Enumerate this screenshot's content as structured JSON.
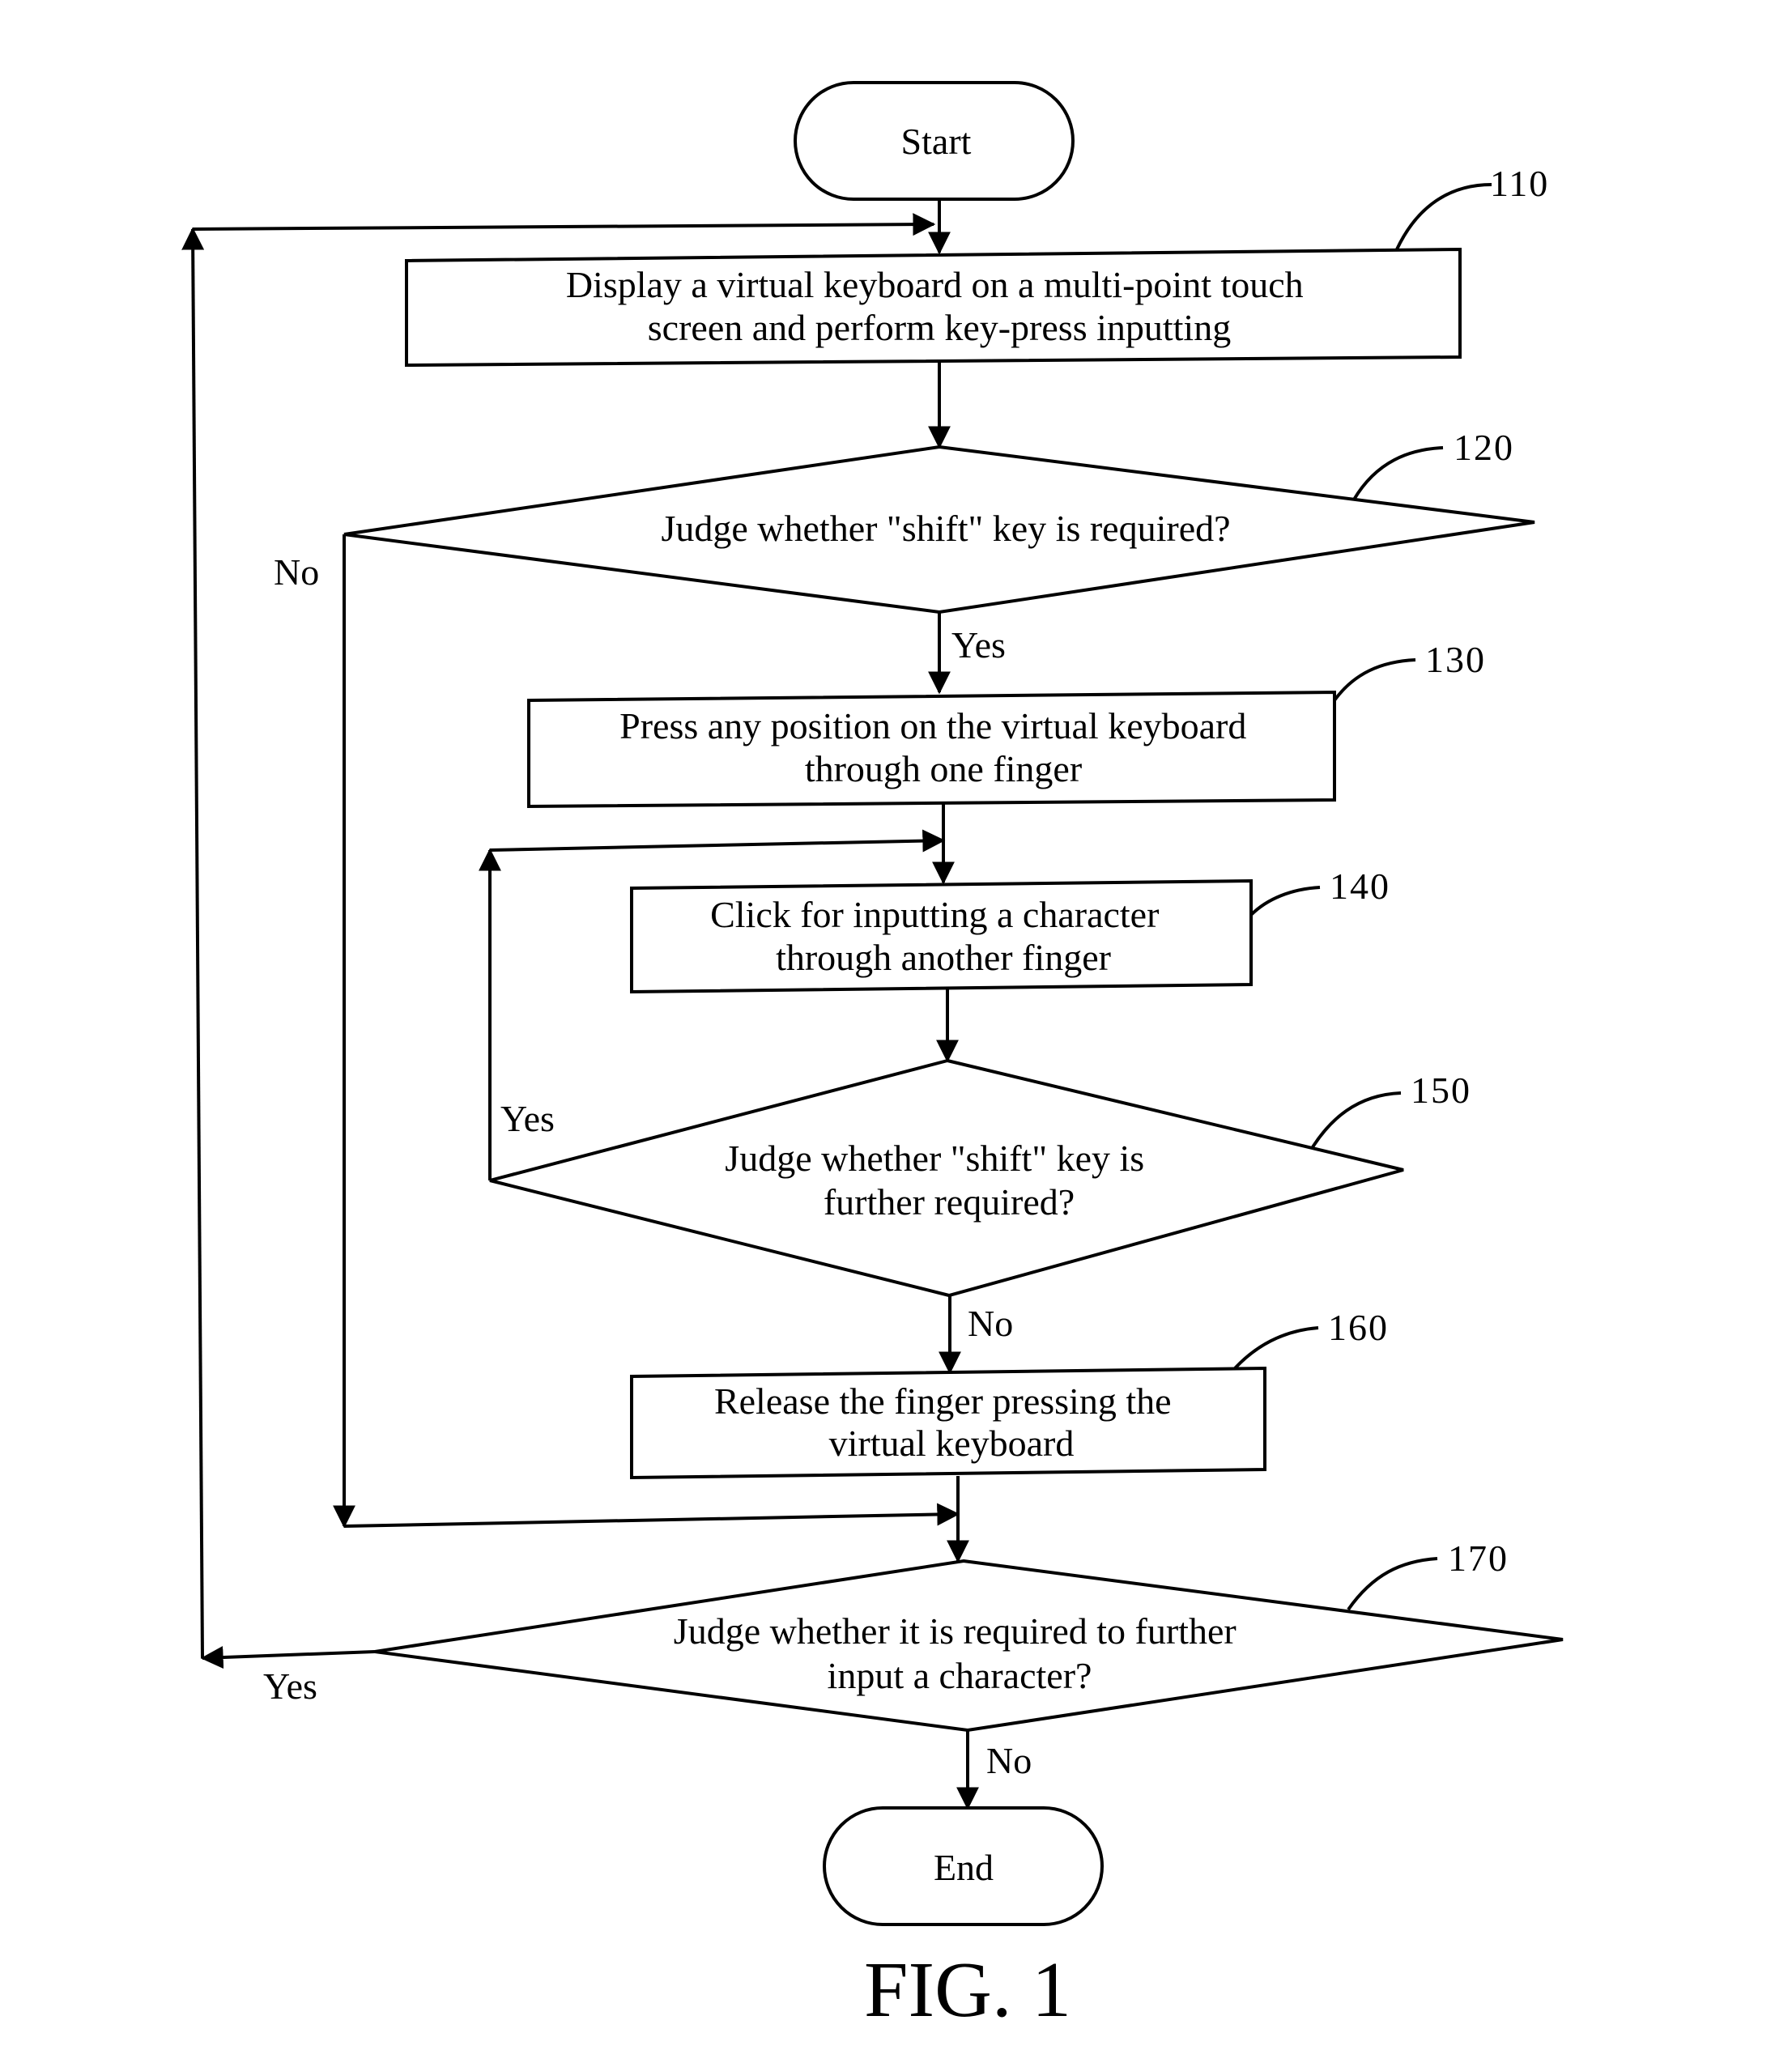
{
  "diagram": {
    "nodes": {
      "start": {
        "label": "Start"
      },
      "s110": {
        "ref": "110",
        "lines": [
          "Display a virtual keyboard on a multi-point touch",
          "screen and perform key-press inputting"
        ]
      },
      "s120": {
        "ref": "120",
        "lines": [
          "Judge whether \"shift\" key is required?"
        ]
      },
      "s130": {
        "ref": "130",
        "lines": [
          "Press any position on the virtual keyboard",
          "through one finger"
        ]
      },
      "s140": {
        "ref": "140",
        "lines": [
          "Click for inputting a character",
          "through another finger"
        ]
      },
      "s150": {
        "ref": "150",
        "lines": [
          "Judge whether \"shift\" key is",
          "further required?"
        ]
      },
      "s160": {
        "ref": "160",
        "lines": [
          "Release the finger pressing the",
          "virtual keyboard"
        ]
      },
      "s170": {
        "ref": "170",
        "lines": [
          "Judge whether it is required to further",
          "input a character?"
        ]
      },
      "end": {
        "label": "End"
      }
    },
    "edges": {
      "s120_yes": "Yes",
      "s120_no": "No",
      "s150_yes": "Yes",
      "s150_no": "No",
      "s170_yes": "Yes",
      "s170_no": "No"
    },
    "figure_label": "FIG. 1"
  }
}
